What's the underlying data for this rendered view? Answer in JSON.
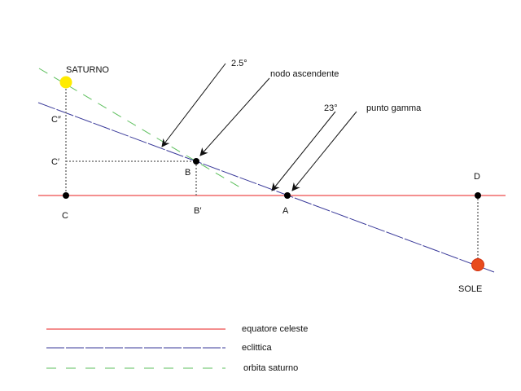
{
  "labels": {
    "saturno": "SATURNO",
    "c_double_prime": "C″",
    "c_prime": "C′",
    "b": "B",
    "c": "C",
    "b_prime": "B′",
    "a": "A",
    "d": "D",
    "sole": "SOLE",
    "angle_small": "2.5°",
    "nodo": "nodo ascendente",
    "angle_large": "23°",
    "punto_gamma": "punto gamma"
  },
  "legend": [
    {
      "label": "equatore celeste",
      "color": "#f06a6a"
    },
    {
      "label": "eclittica",
      "color": "#3a3a9a"
    },
    {
      "label": "orbita saturno",
      "color": "#5bbf5b"
    }
  ],
  "colors": {
    "saturno": "#ffeb00",
    "sole": "#e84c1e"
  }
}
